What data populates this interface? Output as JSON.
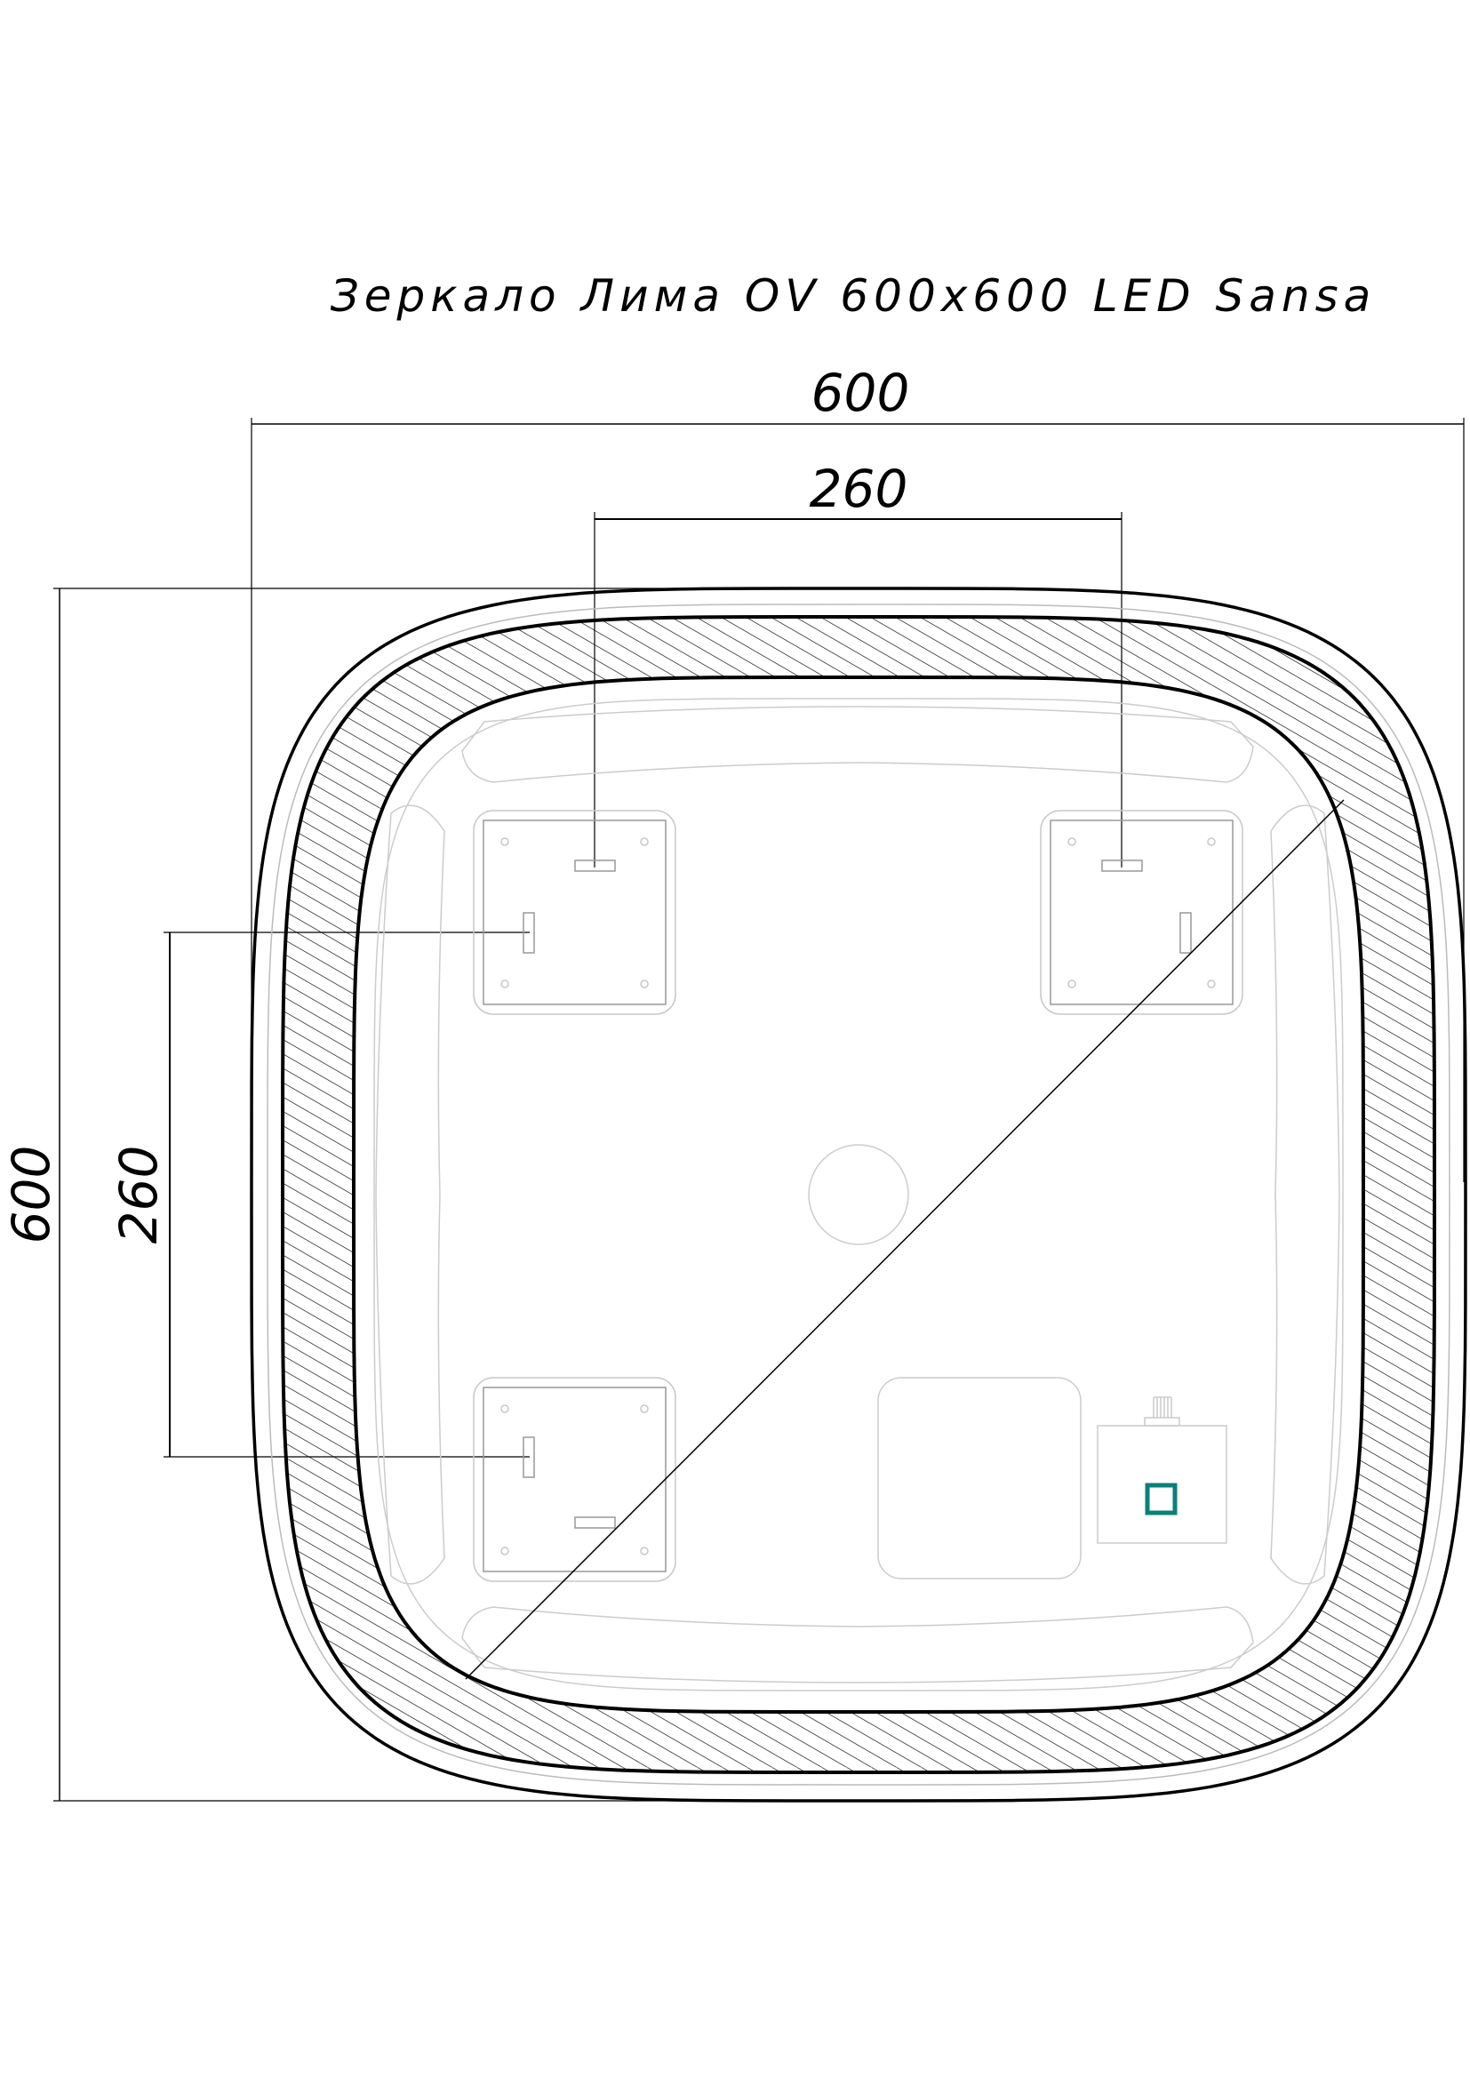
{
  "title": "Зеркало Лима OV 600x600 LED Sansa",
  "dimensions": {
    "overall_width": "600",
    "overall_height": "600",
    "bracket_spacing_horizontal": "260",
    "bracket_spacing_vertical": "260"
  },
  "colors": {
    "outline": "#000000",
    "detail": "#c8c8c8",
    "sensor": "#0a8078"
  }
}
